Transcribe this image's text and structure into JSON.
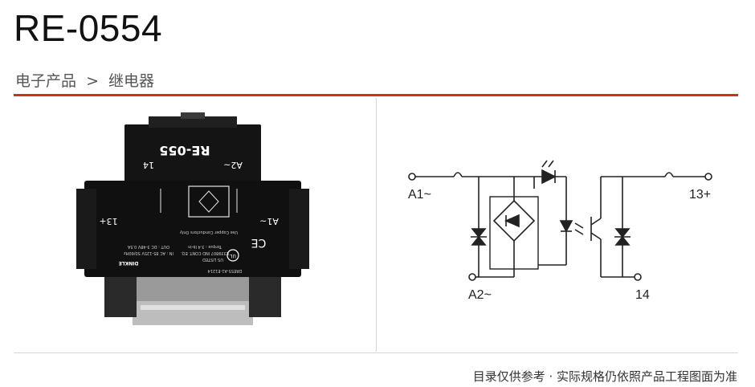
{
  "header": {
    "title": "RE-0554",
    "breadcrumb": [
      "电子产品",
      ">",
      "继电器"
    ]
  },
  "photo": {
    "model_label": "RE-055",
    "top_left_terminal": "14",
    "top_right_terminal": "A2~",
    "bottom_left_terminal": "13+",
    "bottom_right_terminal": "A1~",
    "brand": "DINKLE",
    "code": "DRE55-A1-E1214",
    "rating_line": "IN : AC 85-125V 50/60Hz",
    "out_line": "OUT : DC 3-48V 0.5A",
    "ce": "CE",
    "ul": "UL",
    "ul_text": "US LISTED",
    "ul_ind": "E339807 IND CONT. EQ.",
    "torque": "Torque : 3.4 lb-in",
    "copper": "Use Copper Conductors Only"
  },
  "schematic": {
    "a1_label": "A1~",
    "a2_label": "A2~",
    "t13_label": "13+",
    "t14_label": "14"
  },
  "footer": {
    "note": "目录仅供参考 · 实际规格仍依照产品工程图面为准"
  }
}
